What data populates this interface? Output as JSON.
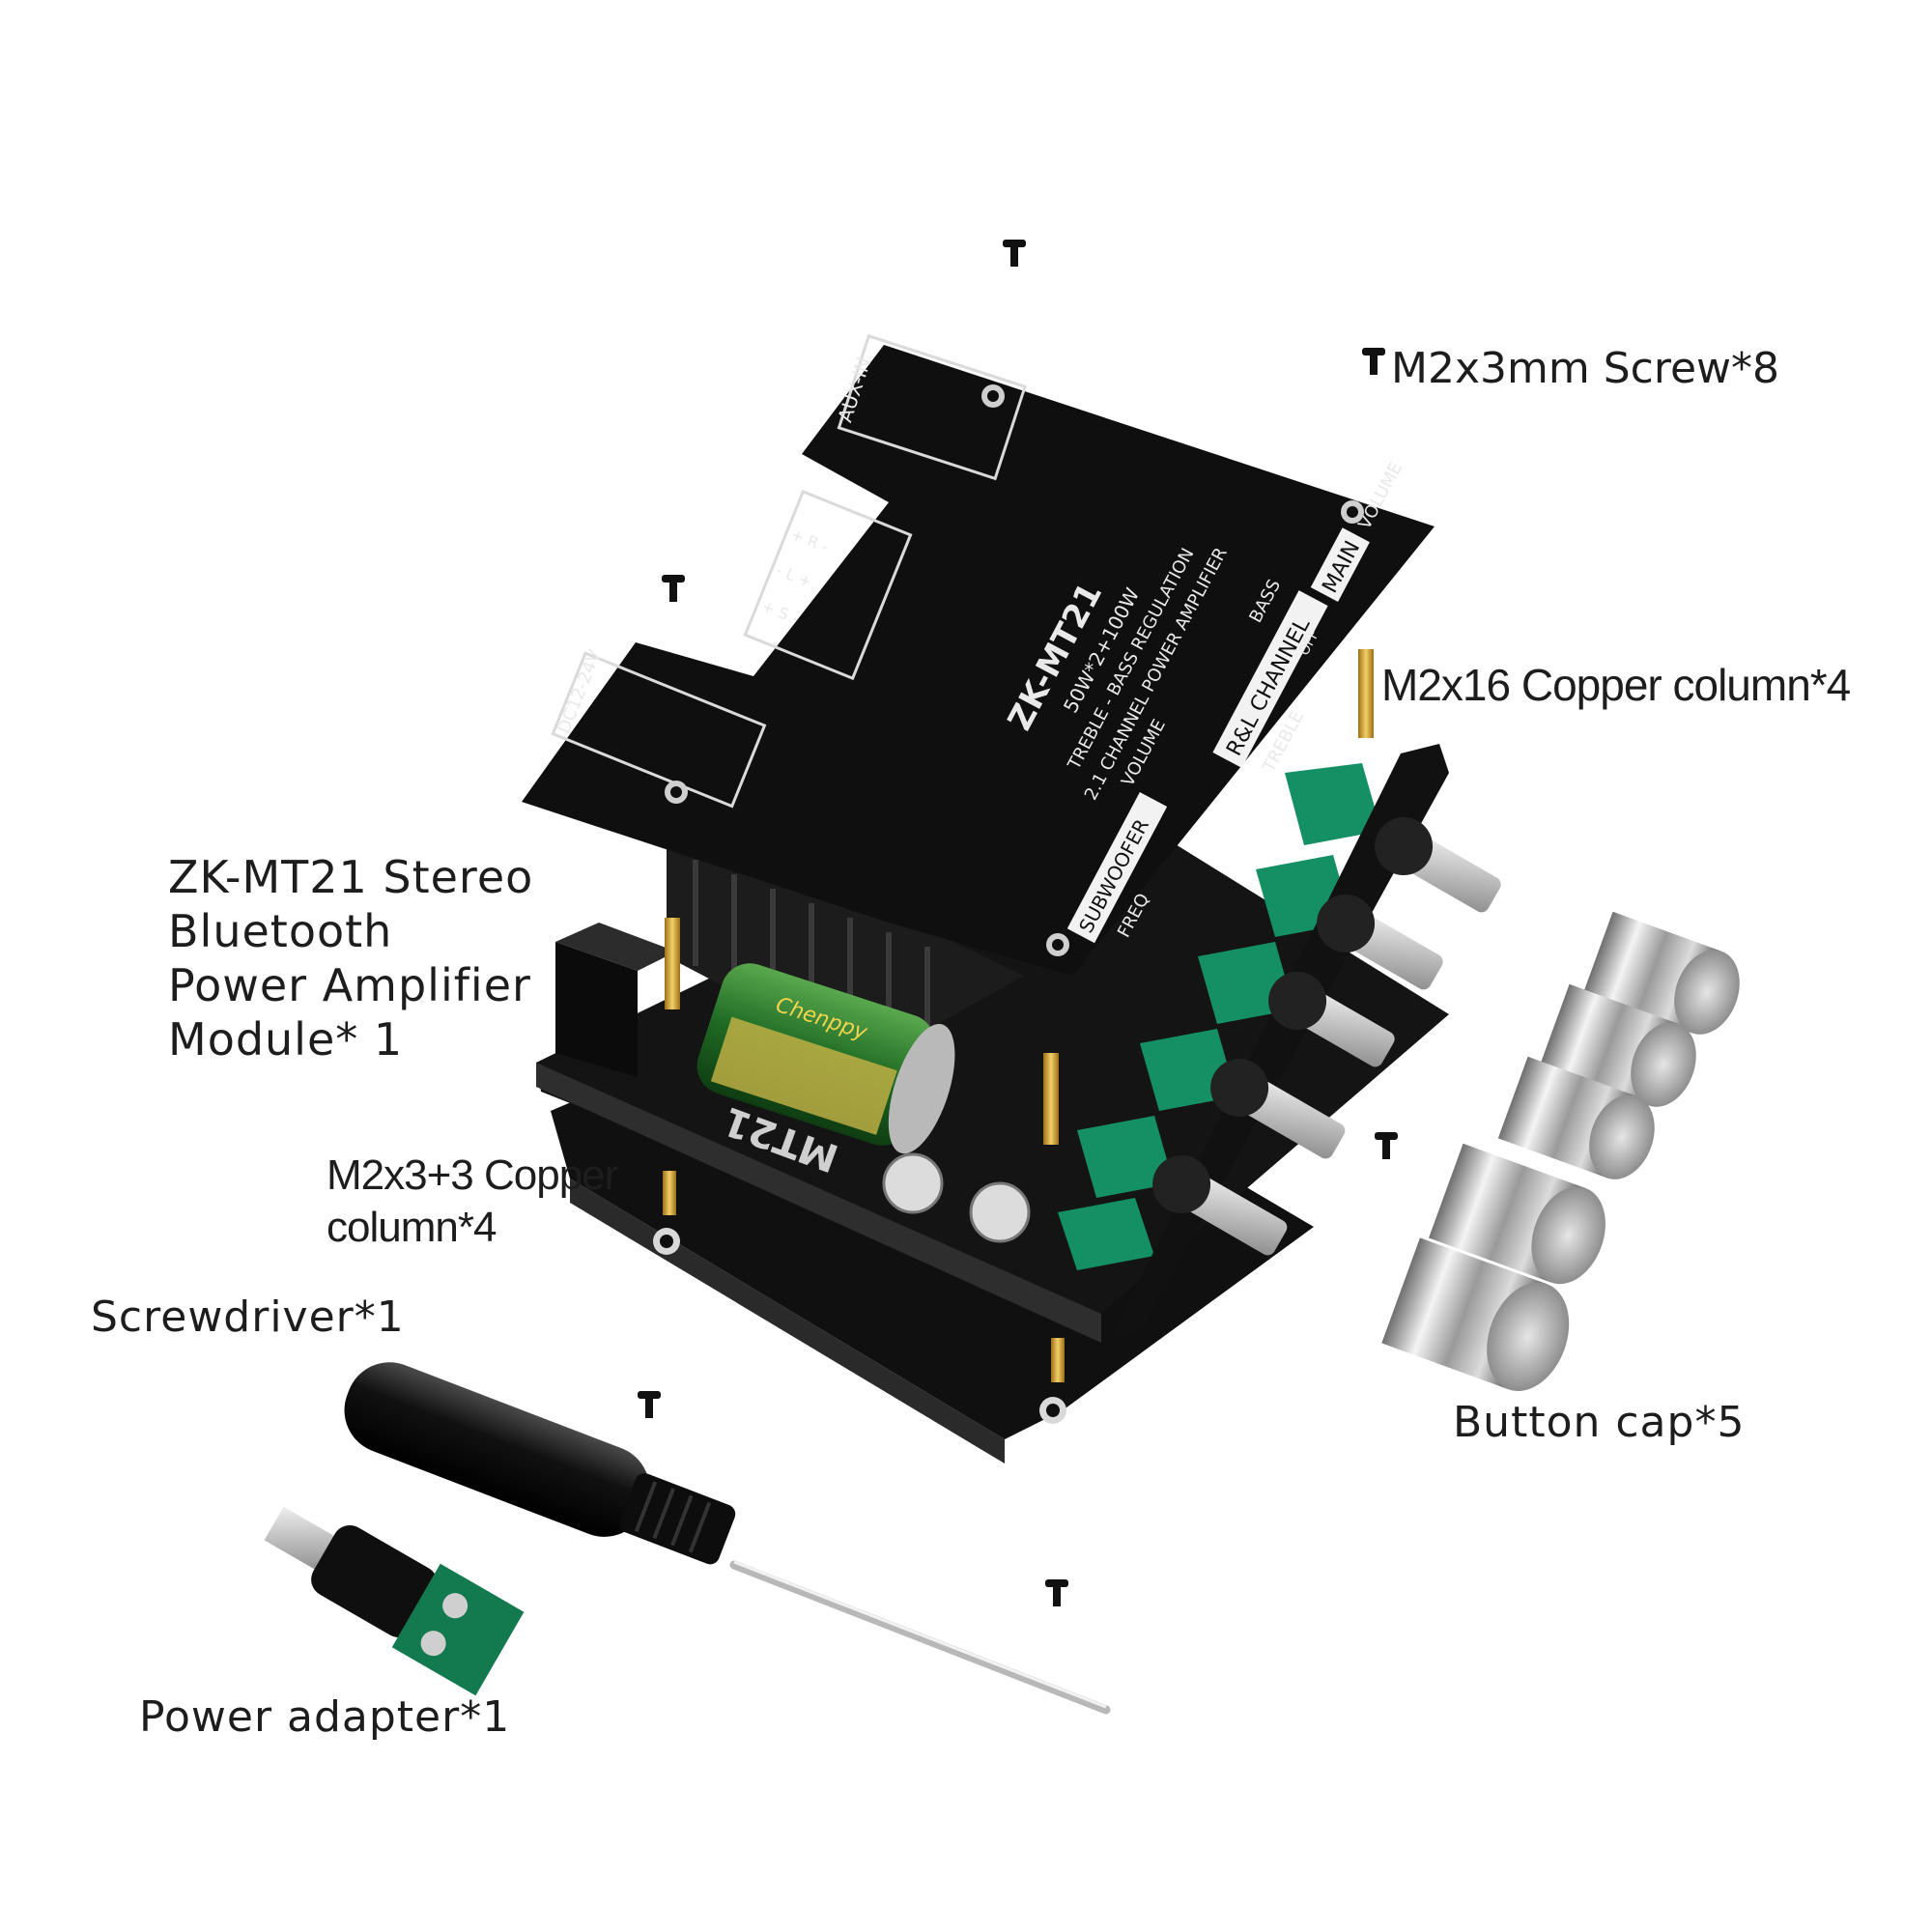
{
  "labels": {
    "screw": "M2x3mm Screw*8",
    "copper_16": "M2x16 Copper column*4",
    "module_lines": [
      "ZK-MT21 Stereo",
      "Bluetooth",
      "Power Amplifier",
      "Module* 1"
    ],
    "copper_3_lines": [
      "M2x3+3 Copper",
      "column*4"
    ],
    "screwdriver": "Screwdriver*1",
    "adapter": "Power adapter*1",
    "caps": "Button cap*5"
  },
  "board": {
    "model": "ZK-MT21",
    "spec": "50W*2+100W",
    "subtitle": "TREBLE - BASS REGULATION",
    "description": "2.1 CHANNEL POWER AMPLIFIER",
    "aux": "AUX-IN",
    "power": "DC12-24V",
    "rl_channel": "R&L CHANNEL",
    "treble": "TREBLE",
    "bass": "BASS",
    "main": "MAIN",
    "volume": "VOLUME",
    "off": "OFF",
    "subwoofer": "SUBWOOFER",
    "freq": "FREQ",
    "sub_volume": "VOLUME",
    "speaker_r": "+ R -",
    "speaker_l": "- L +",
    "speaker_s": "+ S -",
    "silkscreen": "MT21",
    "cap_brand": "Chenppy"
  },
  "colors": {
    "pcb": "#121212",
    "terminal": "#159064",
    "gold": "#d7a531",
    "capacitor": "#2b7a2e"
  }
}
